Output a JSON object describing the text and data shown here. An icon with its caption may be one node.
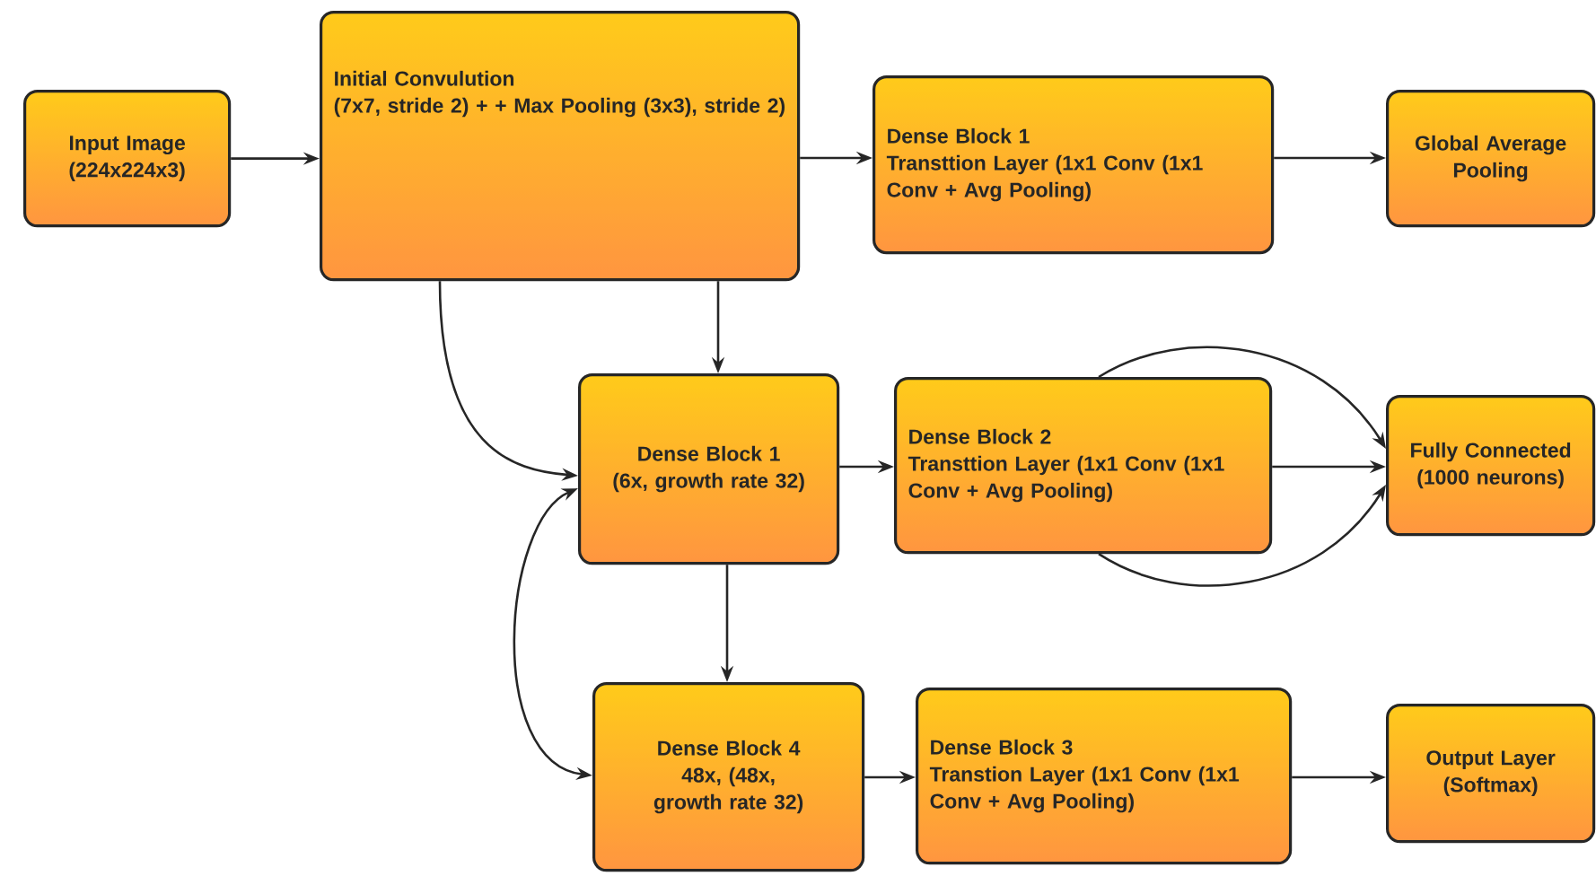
{
  "diagram": {
    "nodes": [
      {
        "text": [
          "Input Image (224x224x3)"
        ]
      },
      {
        "text": [
          "Initial Convulution",
          "(7x7, stride 2) + + Max Pooling (3x3), stride 2)"
        ]
      },
      {
        "text": [
          "Dense Block 1",
          "Transttion Layer (1x1 Conv (1x1 Conv + Avg Pooling)"
        ]
      },
      {
        "text": [
          "Global Average Pooling"
        ]
      },
      {
        "text": [
          "Dense Block 1",
          "(6x, growth rate 32)"
        ]
      },
      {
        "text": [
          "Dense Block 2",
          "Transttion Layer (1x1 Conv (1x1 Conv + Avg Pooling)"
        ]
      },
      {
        "text": [
          "Fully Connected (1000 neurons)"
        ]
      },
      {
        "text": [
          "Dense Block 4",
          "48x, (48x, growth rate 32)"
        ]
      },
      {
        "text": [
          "Dense Block 3",
          "Transtion Layer (1x1 Conv (1x1 Conv + Avg Pooling)"
        ]
      },
      {
        "text": [
          "Output Layer (Softmax)"
        ]
      }
    ],
    "edges": [
      {
        "from": 0,
        "to": 1,
        "arrow": "to"
      },
      {
        "from": 1,
        "to": 2,
        "arrow": "to"
      },
      {
        "from": 2,
        "to": 3,
        "arrow": "to"
      },
      {
        "from": 1,
        "to": 4,
        "arrow": "to"
      },
      {
        "from": 1,
        "to": 4,
        "arrow": "to"
      },
      {
        "from": 4,
        "to": 5,
        "arrow": "to"
      },
      {
        "from": 5,
        "to": 6,
        "arrow": "to"
      },
      {
        "from": 5,
        "to": 6,
        "arrow": "to"
      },
      {
        "from": 5,
        "to": 6,
        "arrow": "to"
      },
      {
        "from": 4,
        "to": 7,
        "arrow": "to"
      },
      {
        "from": 4,
        "to": 7,
        "arrow": "both"
      },
      {
        "from": 7,
        "to": 8,
        "arrow": "to"
      },
      {
        "from": 8,
        "to": 9,
        "arrow": "to"
      }
    ]
  }
}
